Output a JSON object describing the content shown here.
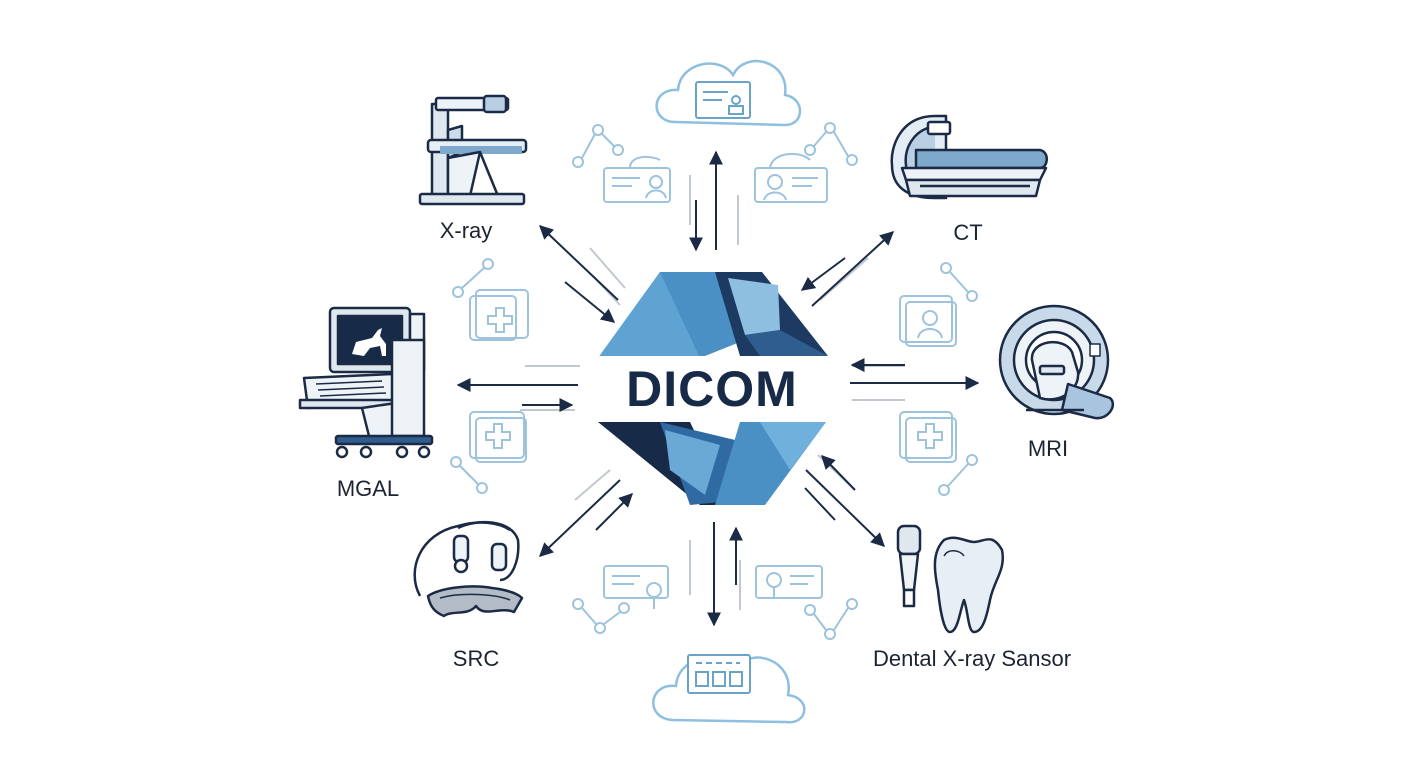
{
  "center": {
    "title": "DICOM"
  },
  "devices": [
    {
      "id": "xray",
      "label": "X-ray",
      "icon": "xray-machine-icon"
    },
    {
      "id": "ct",
      "label": "CT",
      "icon": "ct-scanner-icon"
    },
    {
      "id": "mri",
      "label": "MRI",
      "icon": "mri-scanner-icon"
    },
    {
      "id": "mgal",
      "label": "MGAL",
      "icon": "veterinary-workstation-icon"
    },
    {
      "id": "src",
      "label": "SRC",
      "icon": "dental-scanner-icon"
    },
    {
      "id": "dental",
      "label": "Dental X-ray Sansor",
      "icon": "dental-sensor-tooth-icon"
    }
  ],
  "clouds": [
    {
      "id": "cloud-top",
      "icon": "cloud-record-icon"
    },
    {
      "id": "cloud-bottom",
      "icon": "cloud-grid-icon"
    }
  ],
  "colors": {
    "navy": "#172a47",
    "blue": "#4a90c4",
    "light_blue": "#8fbfe0",
    "pale": "#b9d3e6",
    "arrow": "#1c2b45",
    "faint": "#c2c8d0"
  }
}
